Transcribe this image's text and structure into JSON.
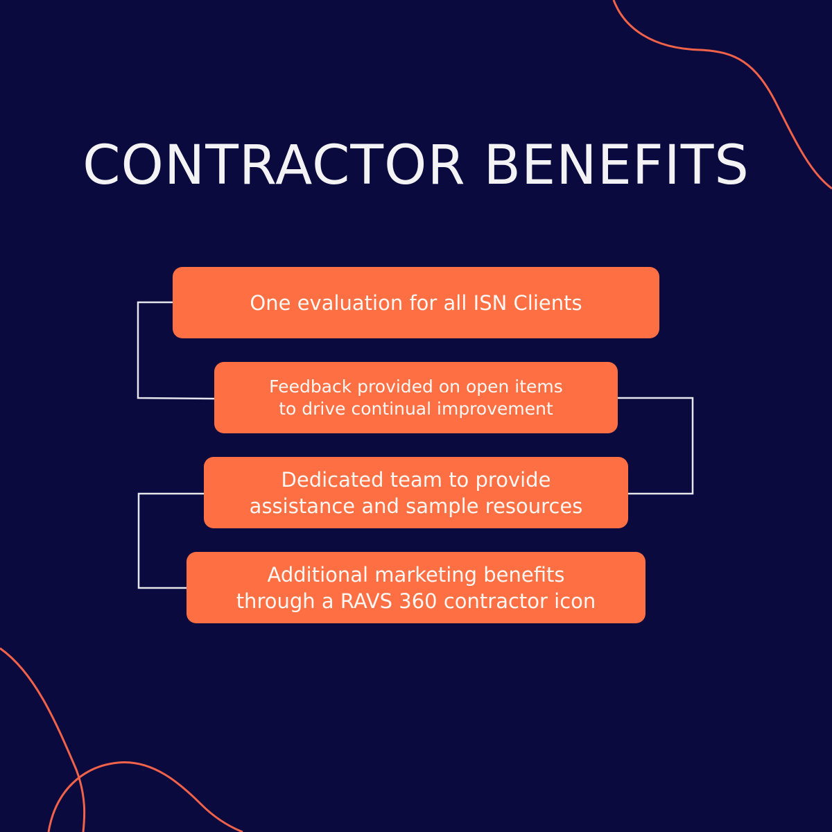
{
  "colors": {
    "background": "#0b0a3e",
    "card": "#ff6f44",
    "accent_curve": "#f0634a",
    "connector": "#e6e6ee",
    "text": "#fff8f4"
  },
  "title": "CONTRACTOR BENEFITS",
  "benefits": [
    {
      "lines": [
        "One evaluation for all ISN Clients"
      ]
    },
    {
      "lines": [
        "Feedback provided on open items",
        "to drive continual improvement"
      ]
    },
    {
      "lines": [
        "Dedicated team to provide",
        "assistance and sample resources"
      ]
    },
    {
      "lines": [
        "Additional marketing benefits",
        "through a RAVS 360 contractor icon"
      ]
    }
  ]
}
